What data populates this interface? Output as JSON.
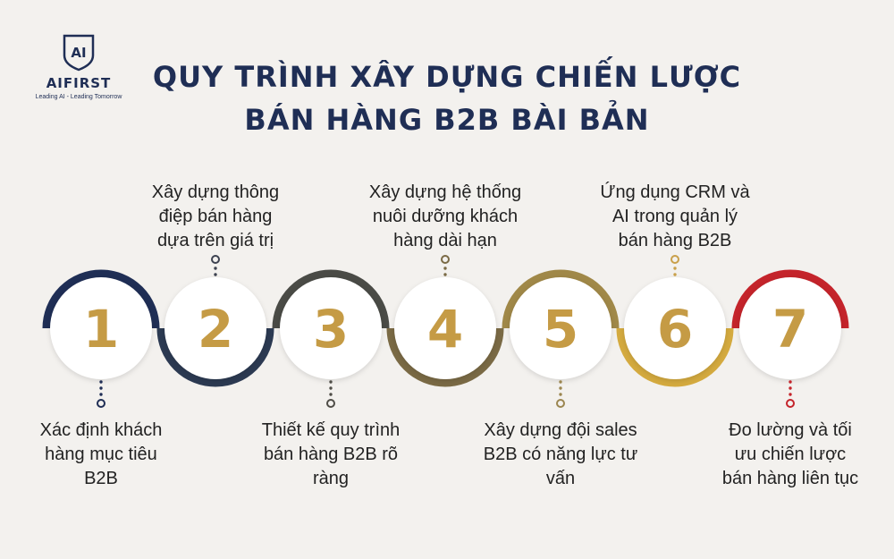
{
  "brand": {
    "name": "AIFIRST",
    "emblem_text": "AI",
    "tagline": "Leading AI - Leading Tomorrow"
  },
  "title": {
    "line1": "QUY TRÌNH XÂY DỰNG CHIẾN LƯỢC",
    "line2": "BÁN HÀNG B2B BÀI BẢN"
  },
  "colors": {
    "navy": "#1f2e55",
    "gold": "#c59b45",
    "red": "#c4242b",
    "background": "#f3f1ee"
  },
  "steps": [
    {
      "number": "1",
      "lines": [
        "Xác định khách",
        "hàng mục tiêu",
        "B2B"
      ],
      "arc_color": "#1f2e55",
      "dot_color": "#1f2e55"
    },
    {
      "number": "2",
      "lines": [
        "Xây dựng thông",
        "điệp bán hàng",
        "dựa trên giá trị"
      ],
      "arc_color": "#2c3a52",
      "dot_color": "#3d4250"
    },
    {
      "number": "3",
      "lines": [
        "Thiết kế quy trình",
        "bán hàng B2B rõ",
        "ràng"
      ],
      "arc_color": "#4a4b46",
      "dot_color": "#4f4d47"
    },
    {
      "number": "4",
      "lines": [
        "Xây dựng hệ thống",
        "nuôi dưỡng khách",
        "hàng dài hạn"
      ],
      "arc_color": "#7a6a45",
      "dot_color": "#7a6a45"
    },
    {
      "number": "5",
      "lines": [
        "Xây dựng đội sales",
        "B2B có năng lực tư",
        "vấn"
      ],
      "arc_color": "#a08848",
      "dot_color": "#9b8650"
    },
    {
      "number": "6",
      "lines": [
        "Ứng dụng CRM và",
        "AI trong quản lý",
        "bán hàng B2B"
      ],
      "arc_color": "#d4aa3f",
      "dot_color": "#c9a04a"
    },
    {
      "number": "7",
      "lines": [
        "Đo lường và tối",
        "ưu chiến lược",
        "bán hàng liên tục"
      ],
      "arc_color": "#c4242b",
      "dot_color": "#c4242b"
    }
  ]
}
